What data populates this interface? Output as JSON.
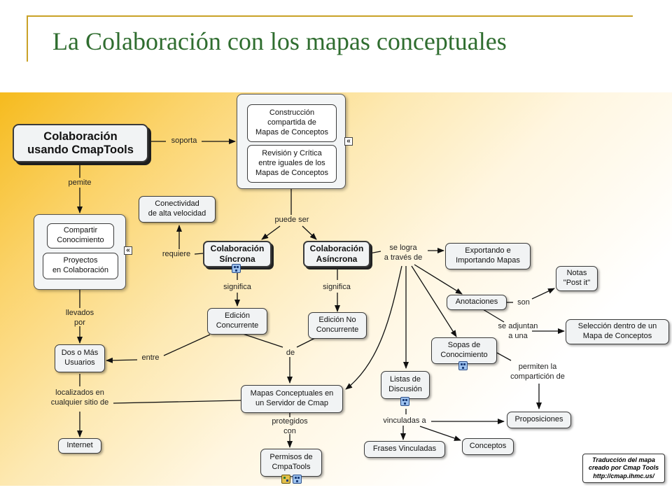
{
  "slide": {
    "title": "La Colaboración con los mapas conceptuales"
  },
  "map": {
    "concepts": {
      "colaboracion_cmaptools": "Colaboración\nusando CmapTools",
      "construccion": "Construcción\ncompartida de\nMapas de Conceptos",
      "revision": "Revisión y Crítica\nentre iguales de los\nMapas de Conceptos",
      "conectividad": "Conectividad\nde alta velocidad",
      "compartir": "Compartir\nConocimiento",
      "proyectos": "Proyectos\nen Colaboración",
      "sincrona": "Colaboración\nSíncrona",
      "asincrona": "Colaboración\nAsíncrona",
      "exportando": "Exportando e\nImportando Mapas",
      "notas": "Notas\n\"Post it\"",
      "anotaciones": "Anotaciones",
      "seleccion": "Selección dentro de un\nMapa de Conceptos",
      "edicion_concurrente": "Edición\nConcurrente",
      "edicion_no_concurrente": "Edición No\nConcurrente",
      "sopas": "Sopas de\nConocimiento",
      "dos_usuarios": "Dos o Más\nUsuarios",
      "listas": "Listas de\nDiscusión",
      "mapas_servidor": "Mapas Conceptuales en\nun Servidor de Cmap",
      "proposiciones": "Proposiciones",
      "internet": "Internet",
      "frases": "Frases Vinculadas",
      "conceptos": "Conceptos",
      "permisos": "Permisos de\nCmpaTools"
    },
    "link_labels": {
      "soporta": "soporta",
      "pemite": "pemite",
      "puede_ser": "puede ser",
      "requiere": "requiere",
      "se_logra": "se logra\na través de",
      "son": "son",
      "se_adjuntan": "se adjuntan\na una",
      "significa_1": "significa",
      "significa_2": "significa",
      "llevados_por": "llevados\npor",
      "entre": "entre",
      "de": "de",
      "permiten": "permiten la\ncompartición de",
      "localizados": "localizados en\ncualquier sitio de",
      "vinculadas": "vinculadas a",
      "protegidos": "protegidos\ncon"
    },
    "expander_glyph": "«",
    "credit": "Traducción del mapa\ncreado por Cmap Tools\nhttp://cmap.ihmc.us/"
  }
}
